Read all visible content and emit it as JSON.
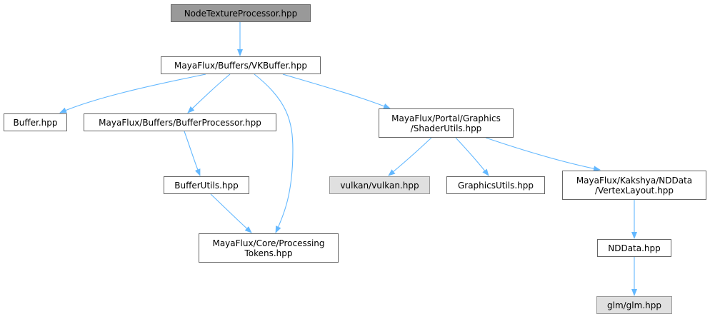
{
  "graph": {
    "edge_color": "#63b8ff",
    "nodes": {
      "root": {
        "line1": "NodeTextureProcessor.hpp"
      },
      "vkbuffer": {
        "line1": "MayaFlux/Buffers/VKBuffer.hpp"
      },
      "buffer": {
        "line1": "Buffer.hpp"
      },
      "bufferprocessor": {
        "line1": "MayaFlux/Buffers/BufferProcessor.hpp"
      },
      "shaderutils": {
        "line1": "MayaFlux/Portal/Graphics",
        "line2": "/ShaderUtils.hpp"
      },
      "bufferutils": {
        "line1": "BufferUtils.hpp"
      },
      "vulkan": {
        "line1": "vulkan/vulkan.hpp"
      },
      "graphicsutils": {
        "line1": "GraphicsUtils.hpp"
      },
      "vertexlayout": {
        "line1": "MayaFlux/Kakshya/NDData",
        "line2": "/VertexLayout.hpp"
      },
      "processingtokens": {
        "line1": "MayaFlux/Core/Processing",
        "line2": "Tokens.hpp"
      },
      "nddata": {
        "line1": "NDData.hpp"
      },
      "glm": {
        "line1": "glm/glm.hpp"
      }
    }
  }
}
